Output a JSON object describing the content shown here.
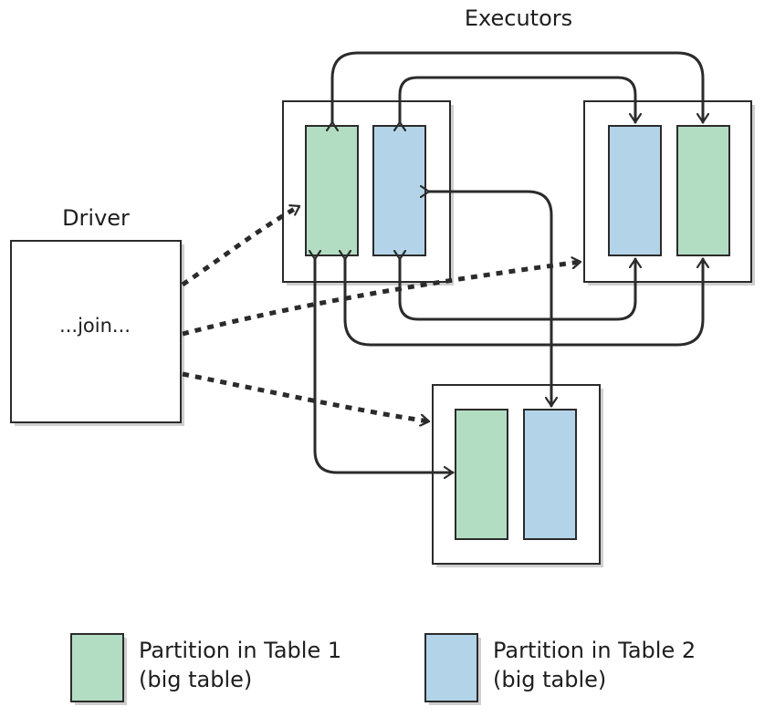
{
  "title": "Executors",
  "driver": {
    "label": "Driver",
    "content": "...join..."
  },
  "executors": [
    {
      "partitions": [
        "table1",
        "table2"
      ]
    },
    {
      "partitions": [
        "table2",
        "table1"
      ]
    },
    {
      "partitions": [
        "table1",
        "table2"
      ]
    }
  ],
  "legend": [
    {
      "key": "table1",
      "line1": "Partition in Table 1",
      "line2": "(big table)"
    },
    {
      "key": "table2",
      "line1": "Partition in Table 2",
      "line2": "(big table)"
    }
  ],
  "colors": {
    "table1": "#b3ddc3",
    "table2": "#b3d4e8",
    "stroke": "#2b2b2b",
    "shadow": "#cfcfcf"
  }
}
